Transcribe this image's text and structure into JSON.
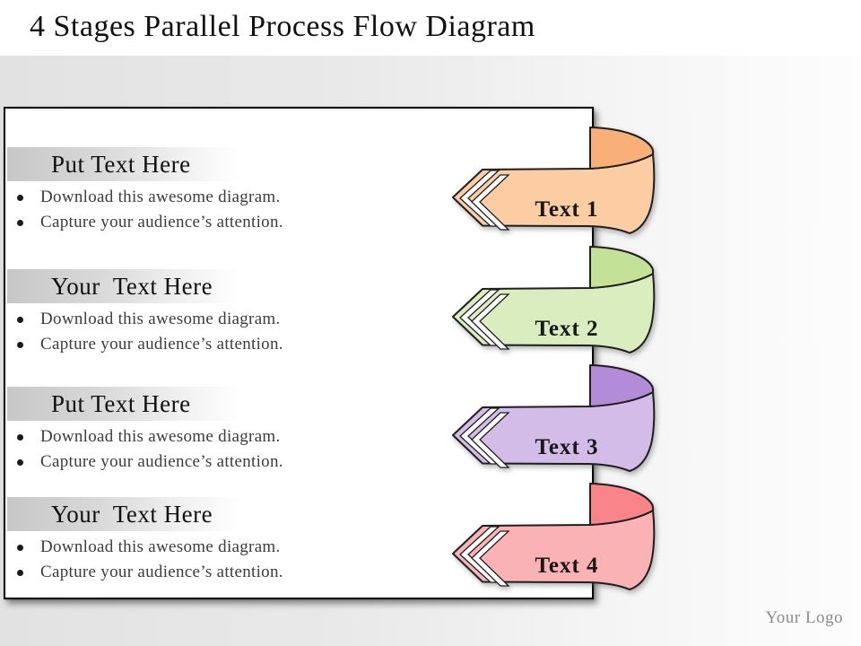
{
  "slide": {
    "title": "4 Stages Parallel Process Flow Diagram",
    "logo": "Your Logo"
  },
  "panel": {
    "sections": [
      {
        "heading": "Put Text Here",
        "bullets": [
          "Download this awesome diagram.",
          "Capture your audience’s attention."
        ]
      },
      {
        "heading": "Your  Text Here",
        "bullets": [
          "Download this awesome diagram.",
          "Capture your audience’s attention."
        ]
      },
      {
        "heading": "Put Text Here",
        "bullets": [
          "Download this awesome diagram.",
          "Capture your audience’s attention."
        ]
      },
      {
        "heading": "Your  Text Here",
        "bullets": [
          "Download this awesome diagram.",
          "Capture your audience’s attention."
        ]
      }
    ]
  },
  "ribbons": [
    {
      "label": "Text 1",
      "band": "#fccda3",
      "top": "#f8b078"
    },
    {
      "label": "Text 2",
      "band": "#d9edbe",
      "top": "#c3e297"
    },
    {
      "label": "Text 3",
      "band": "#d3bce7",
      "top": "#b28bd9"
    },
    {
      "label": "Text 4",
      "band": "#fbb2b5",
      "top": "#f9858a"
    }
  ],
  "colors": {
    "background_left": "#e3e3e3",
    "background_right": "#fdfdfd",
    "panel_background": "#ffffff",
    "panel_border": "#000000",
    "heading_bar": "#c7c7c7",
    "heading_text": "#111111",
    "bullet_text": "#3c3c3c",
    "title_text": "#111111",
    "ribbon_outline": "#1f1f1f",
    "logo_text": "#8c8c8c"
  }
}
